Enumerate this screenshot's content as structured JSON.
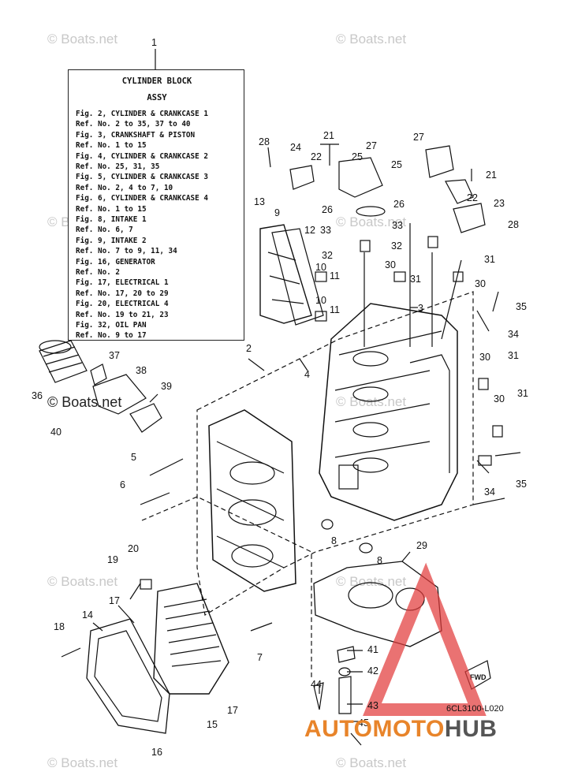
{
  "watermarks": {
    "text": "© Boats.net",
    "dark_text": "© Boats.net"
  },
  "legend": {
    "title1": "CYLINDER BLOCK",
    "title2": "ASSY",
    "lines": [
      "Fig. 2, CYLINDER & CRANKCASE 1",
      "     Ref. No. 2 to 35, 37 to 40",
      "Fig. 3, CRANKSHAFT & PISTON",
      "     Ref. No. 1 to 15",
      "Fig. 4, CYLINDER & CRANKCASE 2",
      "     Ref. No. 25, 31, 35",
      "Fig. 5, CYLINDER & CRANKCASE 3",
      "     Ref. No. 2, 4 to 7, 10",
      "Fig. 6, CYLINDER & CRANKCASE 4",
      "     Ref. No. 1 to 15",
      "Fig. 8, INTAKE 1",
      "     Ref. No. 6, 7",
      "Fig. 9, INTAKE 2",
      "     Ref. No. 7 to 9,  11, 34",
      "Fig. 16, GENERATOR",
      "     Ref. No. 2",
      "Fig. 17, ELECTRICAL 1",
      "     Ref. No. 17, 20 to 29",
      "Fig. 20, ELECTRICAL 4",
      "     Ref. No. 19 to 21, 23",
      "Fig. 32, OIL PAN",
      "     Ref. No. 9 to 17"
    ]
  },
  "diagram_code": "6CL3100-L020",
  "fwd_label": "FWD",
  "brand": {
    "part1": "AUTOMOTO",
    "part2": "HUB"
  },
  "callouts": [
    {
      "id": "c1",
      "label": "1"
    },
    {
      "id": "c2",
      "label": "2"
    },
    {
      "id": "c3",
      "label": "3"
    },
    {
      "id": "c4",
      "label": "4"
    },
    {
      "id": "c5",
      "label": "5"
    },
    {
      "id": "c6",
      "label": "6"
    },
    {
      "id": "c7",
      "label": "7"
    },
    {
      "id": "c8a",
      "label": "8"
    },
    {
      "id": "c8b",
      "label": "8"
    },
    {
      "id": "c9",
      "label": "9"
    },
    {
      "id": "c10a",
      "label": "10"
    },
    {
      "id": "c10b",
      "label": "10"
    },
    {
      "id": "c11a",
      "label": "11"
    },
    {
      "id": "c11b",
      "label": "11"
    },
    {
      "id": "c12",
      "label": "12"
    },
    {
      "id": "c13",
      "label": "13"
    },
    {
      "id": "c14",
      "label": "14"
    },
    {
      "id": "c15",
      "label": "15"
    },
    {
      "id": "c16",
      "label": "16"
    },
    {
      "id": "c17a",
      "label": "17"
    },
    {
      "id": "c17b",
      "label": "17"
    },
    {
      "id": "c18",
      "label": "18"
    },
    {
      "id": "c19",
      "label": "19"
    },
    {
      "id": "c20",
      "label": "20"
    },
    {
      "id": "c21a",
      "label": "21"
    },
    {
      "id": "c21b",
      "label": "21"
    },
    {
      "id": "c22a",
      "label": "22"
    },
    {
      "id": "c22b",
      "label": "22"
    },
    {
      "id": "c23",
      "label": "23"
    },
    {
      "id": "c24",
      "label": "24"
    },
    {
      "id": "c25a",
      "label": "25"
    },
    {
      "id": "c25b",
      "label": "25"
    },
    {
      "id": "c26a",
      "label": "26"
    },
    {
      "id": "c26b",
      "label": "26"
    },
    {
      "id": "c27a",
      "label": "27"
    },
    {
      "id": "c27b",
      "label": "27"
    },
    {
      "id": "c28a",
      "label": "28"
    },
    {
      "id": "c28b",
      "label": "28"
    },
    {
      "id": "c29",
      "label": "29"
    },
    {
      "id": "c30a",
      "label": "30"
    },
    {
      "id": "c30b",
      "label": "30"
    },
    {
      "id": "c30c",
      "label": "30"
    },
    {
      "id": "c30d",
      "label": "30"
    },
    {
      "id": "c31a",
      "label": "31"
    },
    {
      "id": "c31b",
      "label": "31"
    },
    {
      "id": "c31c",
      "label": "31"
    },
    {
      "id": "c31d",
      "label": "31"
    },
    {
      "id": "c32a",
      "label": "32"
    },
    {
      "id": "c32b",
      "label": "32"
    },
    {
      "id": "c33a",
      "label": "33"
    },
    {
      "id": "c33b",
      "label": "33"
    },
    {
      "id": "c34a",
      "label": "34"
    },
    {
      "id": "c34b",
      "label": "34"
    },
    {
      "id": "c35a",
      "label": "35"
    },
    {
      "id": "c35b",
      "label": "35"
    },
    {
      "id": "c36",
      "label": "36"
    },
    {
      "id": "c37",
      "label": "37"
    },
    {
      "id": "c38",
      "label": "38"
    },
    {
      "id": "c39",
      "label": "39"
    },
    {
      "id": "c40",
      "label": "40"
    },
    {
      "id": "c41",
      "label": "41"
    },
    {
      "id": "c42",
      "label": "42"
    },
    {
      "id": "c43",
      "label": "43"
    },
    {
      "id": "c44",
      "label": "44"
    },
    {
      "id": "c45",
      "label": "45"
    }
  ]
}
